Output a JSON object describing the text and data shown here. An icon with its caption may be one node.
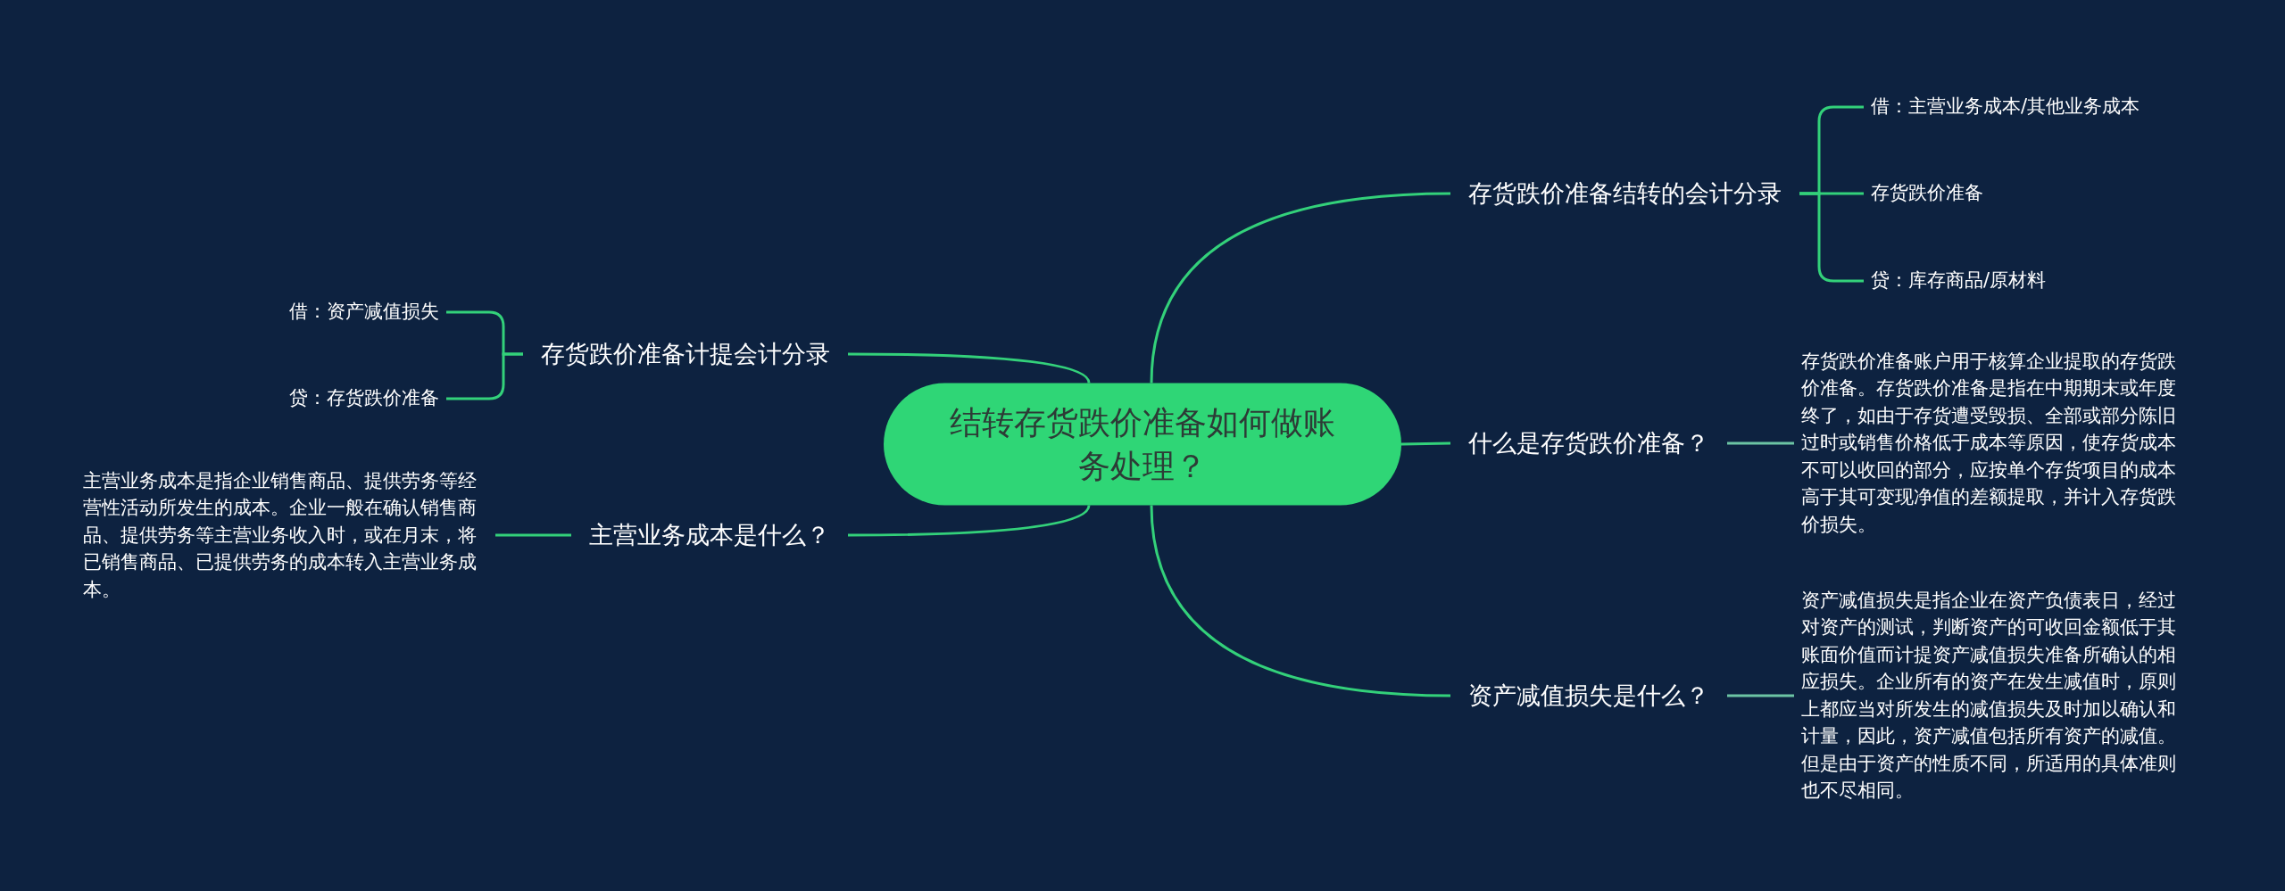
{
  "diagram": {
    "nodes": [
      {
        "text": [
          "结转存货跌价准备如何做账务处理？"
        ]
      },
      {
        "text": [
          "存货跌价准备结转的会计分录"
        ]
      },
      {
        "text": [
          "借：主营业务成本/其他业务成本"
        ]
      },
      {
        "text": [
          "存货跌价准备"
        ]
      },
      {
        "text": [
          "贷：库存商品/原材料"
        ]
      },
      {
        "text": [
          "什么是存货跌价准备？"
        ]
      },
      {
        "text": [
          "存货跌价准备账户用于核算企业提取的存货跌价准备。存货跌价准备是指在中期期末或年度终了，如由于存货遭受毁损、全部或部分陈旧过时或销售价格低于成本等原因，使存货成本不可以收回的部分，应按单个存货项目的成本高于其可变现净值的差额提取，并计入存货跌价损失。"
        ]
      },
      {
        "text": [
          "资产减值损失是什么？"
        ]
      },
      {
        "text": [
          "资产减值损失是指企业在资产负债表日，经过对资产的测试，判断资产的可收回金额低于其账面价值而计提资产减值损失准备所确认的相应损失。企业所有的资产在发生减值时，原则上都应当对所发生的减值损失及时加以确认和计量，因此，资产减值包括所有资产的减值。但是由于资产的性质不同，所适用的具体准则也不尽相同。"
        ]
      },
      {
        "text": [
          "存货跌价准备计提会计分录"
        ]
      },
      {
        "text": [
          "借：资产减值损失"
        ]
      },
      {
        "text": [
          "贷：存货跌价准备"
        ]
      },
      {
        "text": [
          "主营业务成本是什么？"
        ]
      },
      {
        "text": [
          "主营业务成本是指企业销售商品、提供劳务等经营性活动所发生的成本。企业一般在确认销售商品、提供劳务等主营业务收入时，或在月末，将已销售商品、已提供劳务的成本转入主营业务成本。"
        ]
      }
    ],
    "edges": [
      {
        "from": 0,
        "to": 1,
        "arrow": "none"
      },
      {
        "from": 1,
        "to": 2,
        "arrow": "none"
      },
      {
        "from": 1,
        "to": 3,
        "arrow": "none"
      },
      {
        "from": 1,
        "to": 4,
        "arrow": "none"
      },
      {
        "from": 0,
        "to": 5,
        "arrow": "none"
      },
      {
        "from": 5,
        "to": 6,
        "arrow": "none",
        "color": "#6cc4a4"
      },
      {
        "from": 0,
        "to": 7,
        "arrow": "none"
      },
      {
        "from": 7,
        "to": 8,
        "arrow": "none",
        "color": "#6cc4a4"
      },
      {
        "from": 0,
        "to": 9,
        "arrow": "none"
      },
      {
        "from": 9,
        "to": 10,
        "arrow": "none"
      },
      {
        "from": 9,
        "to": 11,
        "arrow": "none"
      },
      {
        "from": 0,
        "to": 12,
        "arrow": "none"
      },
      {
        "from": 12,
        "to": 13,
        "arrow": "none"
      }
    ]
  }
}
